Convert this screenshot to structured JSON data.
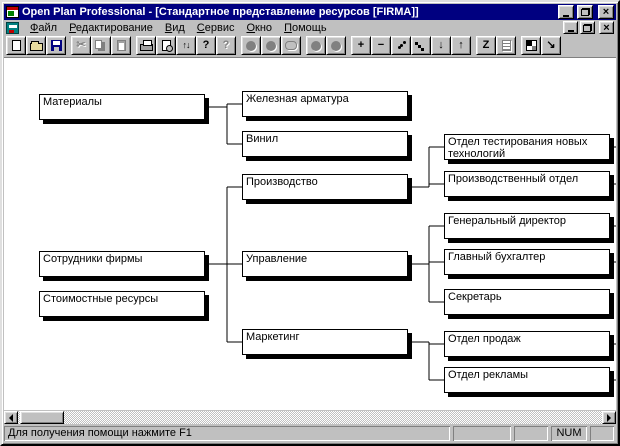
{
  "window": {
    "title": "Open Plan Professional - [Стандартное представление ресурсов [FIRMA]]",
    "glyphs": {
      "close": "×"
    }
  },
  "menu": {
    "items": [
      "Файл",
      "Редактирование",
      "Вид",
      "Сервис",
      "Окно",
      "Помощь"
    ]
  },
  "toolbar": {
    "glyphs": {
      "cut": "✂",
      "exchange": "↑↓",
      "help": "?",
      "context_help": "?",
      "plus": "+",
      "minus": "−",
      "arrow_down": "↓",
      "arrow_up": "↑",
      "zigzag": "Z",
      "corner_arrow": "↘"
    }
  },
  "tree": {
    "nodes": {
      "materials": "Материалы",
      "iron_fittings": "Железная арматура",
      "vinyl": "Винил",
      "production": "Производство",
      "company_employees": "Сотрудники фирмы",
      "cost_resources": "Стоимостные ресурсы",
      "management": "Управление",
      "marketing": "Маркетинг",
      "new_tech_testing_dept": "Отдел тестирования новых технологий",
      "production_dept": "Производственный отдел",
      "general_director": "Генеральный директор",
      "chief_accountant": "Главный бухгалтер",
      "secretary": "Секретарь",
      "sales_dept": "Отдел продаж",
      "advertising_dept": "Отдел рекламы"
    },
    "hierarchy": {
      "Материалы": [
        "Железная арматура",
        "Винил"
      ],
      "Сотрудники фирмы": [
        "Производство",
        "Управление",
        "Маркетинг"
      ],
      "Производство": [
        "Отдел тестирования новых технологий",
        "Производственный отдел"
      ],
      "Управление": [
        "Генеральный директор",
        "Главный бухгалтер",
        "Секретарь"
      ],
      "Маркетинг": [
        "Отдел продаж",
        "Отдел рекламы"
      ]
    }
  },
  "statusbar": {
    "message": "Для получения помощи нажмите F1",
    "num_indicator": "NUM"
  },
  "colors": {
    "titlebar": "#000080",
    "chrome": "#c0c0c0",
    "canvas": "#ffffff",
    "box_border": "#000000"
  }
}
